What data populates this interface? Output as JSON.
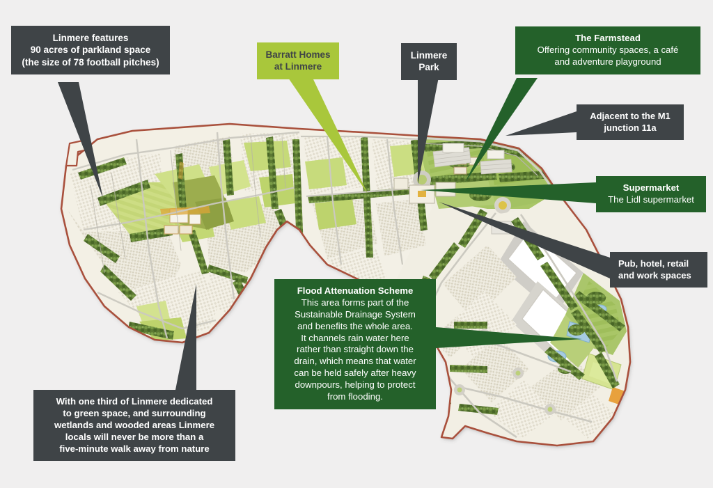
{
  "meta": {
    "title": "Linmere masterplan annotated map",
    "background_color": "#f0efef",
    "palette": {
      "dark_grey": "#3f4447",
      "dark_green": "#24612a",
      "lime_green": "#a9c73b",
      "boundary_red": "#a9503c",
      "housing_cream": "#f3f0e6",
      "parkland_green": "#b9cf6a",
      "woodland_green": "#6f8f3f",
      "water_blue": "#9fc6dd",
      "road_grey": "#b9b9b4"
    }
  },
  "callouts": [
    {
      "id": "parkland",
      "style": "dark",
      "lines": [
        "Linmere features",
        "90 acres of parkland space",
        "(the size of 78 football pitches)"
      ],
      "bold": [
        true,
        true,
        true
      ]
    },
    {
      "id": "barratt",
      "style": "lime",
      "lines": [
        "Barratt Homes",
        "at Linmere"
      ],
      "bold": [
        true,
        true
      ]
    },
    {
      "id": "park",
      "style": "dark",
      "lines": [
        "Linmere",
        "Park"
      ],
      "bold": [
        true,
        true
      ]
    },
    {
      "id": "farmstead",
      "style": "green",
      "lines": [
        "The Farmstead",
        "Offering community spaces, a café",
        "and adventure playground"
      ],
      "bold": [
        true,
        false,
        false
      ]
    },
    {
      "id": "m1",
      "style": "dark",
      "lines": [
        "Adjacent to the M1",
        "junction 11a"
      ],
      "bold": [
        true,
        true
      ]
    },
    {
      "id": "supermarket",
      "style": "green",
      "lines": [
        "Supermarket",
        "The Lidl supermarket"
      ],
      "bold": [
        true,
        false
      ]
    },
    {
      "id": "pub",
      "style": "dark",
      "lines": [
        "Pub, hotel, retail",
        "and work spaces"
      ],
      "bold": [
        true,
        true
      ]
    },
    {
      "id": "flood",
      "style": "green",
      "lines": [
        "Flood Attenuation Scheme",
        "This area forms part of the",
        "Sustainable Drainage System",
        "and benefits the whole area.",
        "It channels rain water here",
        "rather than straight down the",
        "drain, which means that water",
        "can be held safely after heavy",
        "downpours, helping to protect",
        "from flooding."
      ],
      "bold": [
        true,
        false,
        false,
        false,
        false,
        false,
        false,
        false,
        false,
        false
      ]
    },
    {
      "id": "nature",
      "style": "dark",
      "lines": [
        "With one third of Linmere dedicated",
        "to green space, and surrounding",
        "wetlands and wooded areas Linmere",
        "locals will never be more than a",
        "five-minute walk away from nature"
      ],
      "bold": [
        true,
        true,
        true,
        true,
        true
      ]
    }
  ],
  "callout_text": {
    "parkland": {
      "l1": "Linmere features",
      "l2": "90 acres of parkland space",
      "l3": "(the size of 78 football pitches)"
    },
    "barratt": {
      "l1": "Barratt Homes",
      "l2": "at Linmere"
    },
    "park": {
      "l1": "Linmere",
      "l2": "Park"
    },
    "farmstead": {
      "l1": "The Farmstead",
      "l2": "Offering community spaces, a café",
      "l3": "and adventure playground"
    },
    "m1": {
      "l1": "Adjacent to the M1",
      "l2": "junction 11a"
    },
    "supermarket": {
      "l1": "Supermarket",
      "l2": "The Lidl supermarket"
    },
    "pub": {
      "l1": "Pub, hotel, retail",
      "l2": "and work spaces"
    },
    "flood": {
      "l1": "Flood Attenuation Scheme",
      "l2": "This area forms part of the",
      "l3": "Sustainable Drainage System",
      "l4": "and benefits the whole area.",
      "l5": "It channels rain water here",
      "l6": "rather than straight down the",
      "l7": "drain, which means that water",
      "l8": "can be held safely after heavy",
      "l9": "downpours, helping to protect",
      "l10": "from flooding."
    },
    "nature": {
      "l1": "With one third of Linmere dedicated",
      "l2": "to green space, and surrounding",
      "l3": "wetlands and wooded areas Linmere",
      "l4": "locals will never be more than a",
      "l5": "five-minute walk away from nature"
    }
  },
  "map": {
    "description": "Aerial illustrative masterplan of the Linmere development, an elongated boomerang shaped site running from the west, across the top, then down to the south east.",
    "features": [
      "residential housing blocks",
      "parkland and playing fields",
      "woodland tree belts",
      "flood attenuation ponds",
      "distribution warehouses",
      "roundabouts and distributor roads",
      "red-brown site boundary edge"
    ]
  }
}
